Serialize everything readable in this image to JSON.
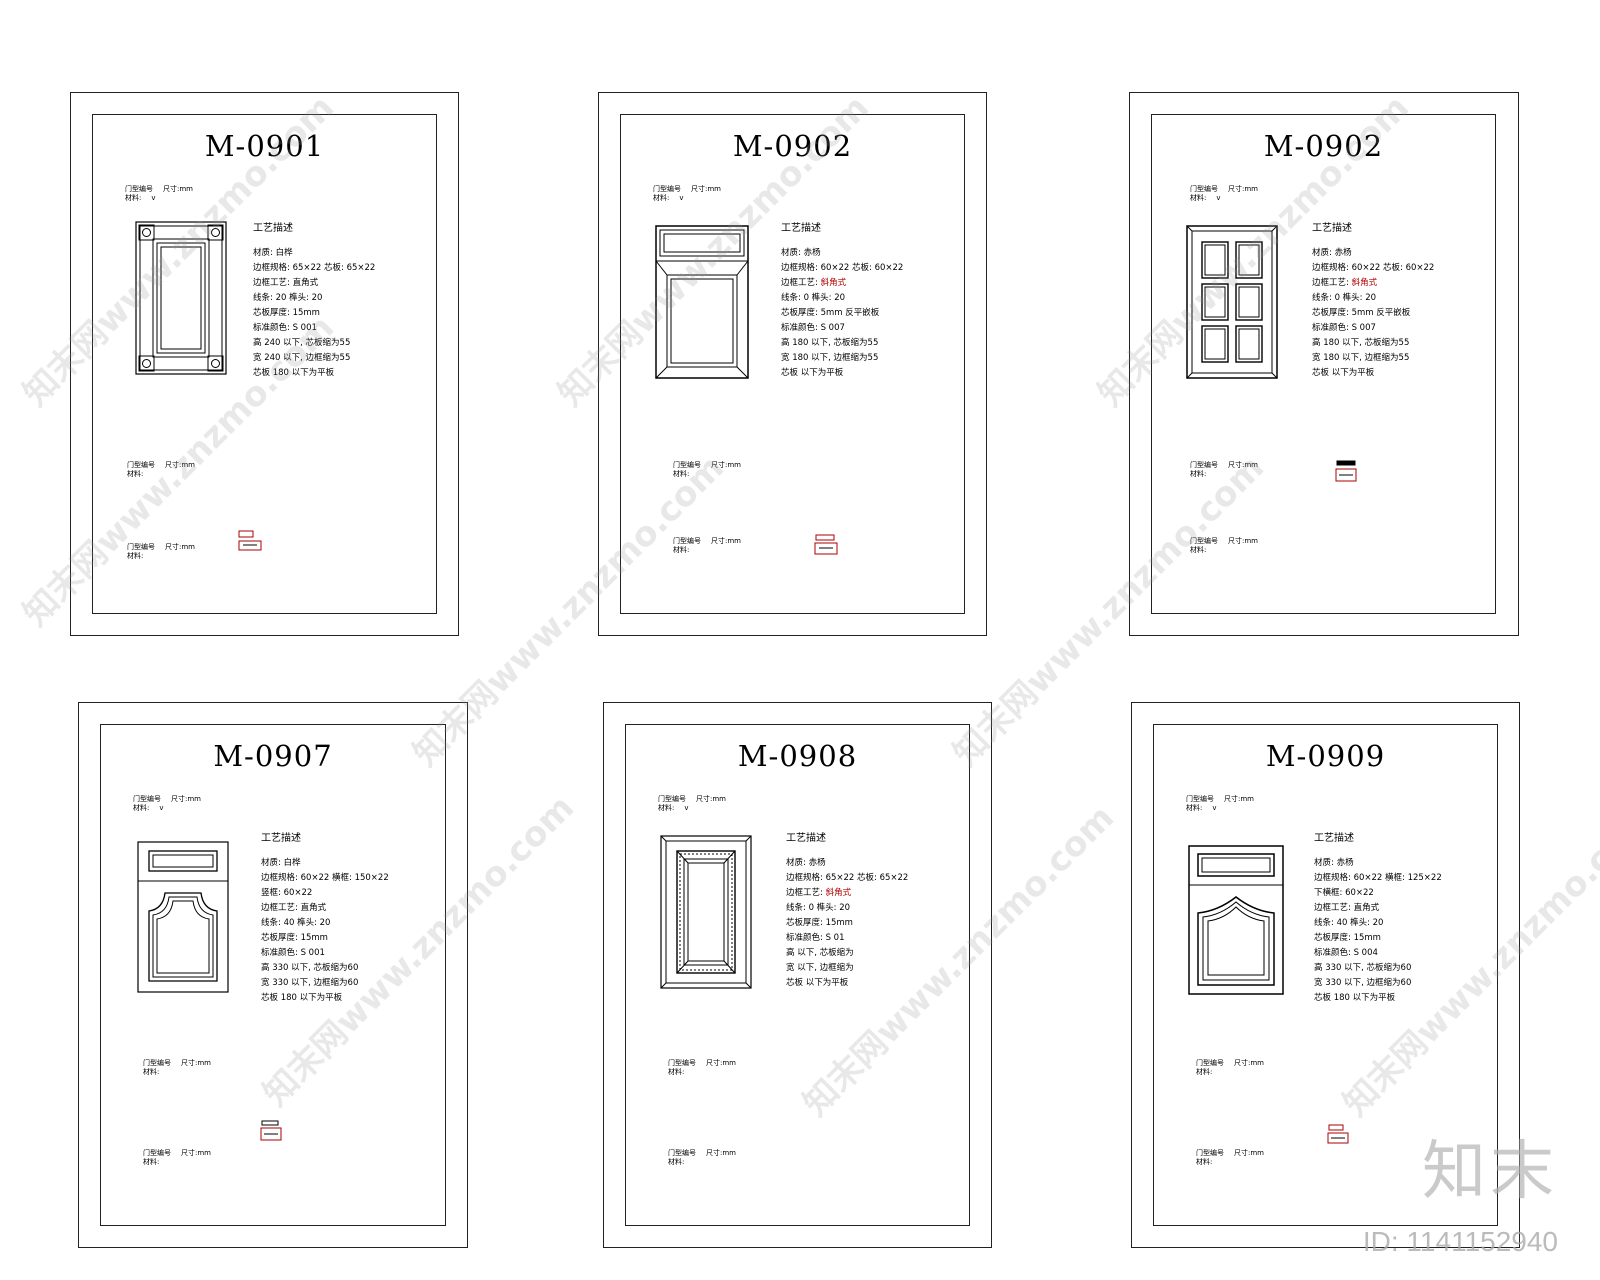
{
  "meta": {
    "line1_label": "门型编号",
    "line1_value": "尺寸:mm",
    "line2_label": "材料:",
    "line2_value": "v"
  },
  "desc_heading": "工艺描述",
  "sheets": [
    {
      "code": "M-0901",
      "rows": [
        {
          "t": "材质: 白桦"
        },
        {
          "t": "边框规格: 65×22  芯板: 65×22"
        },
        {
          "t": "边框工艺: 直角式"
        },
        {
          "t": "线条: 20        榫头: 20"
        },
        {
          "t": "芯板厚度: 15mm"
        },
        {
          "t": "标准颜色: S 001"
        },
        {
          "t": "高 240 以下, 芯板缩为55"
        },
        {
          "t": "宽 240 以下, 边框缩为55"
        },
        {
          "t": "芯板  180  以下为平板"
        }
      ]
    },
    {
      "code": "M-0902",
      "rows": [
        {
          "t": "材质: 赤杨"
        },
        {
          "t": "边框规格: 60×22  芯板: 60×22"
        },
        {
          "t": "边框工艺: ",
          "red": "斜角式"
        },
        {
          "t": "线条: 0         榫头: 20"
        },
        {
          "t": "芯板厚度: 5mm   反平嵌板"
        },
        {
          "t": "标准颜色: S 007"
        },
        {
          "t": "高 180 以下, 芯板缩为55"
        },
        {
          "t": "宽 180 以下, 边框缩为55"
        },
        {
          "t": "芯板       以下为平板"
        }
      ]
    },
    {
      "code": "M-0902",
      "rows": [
        {
          "t": "材质: 赤杨"
        },
        {
          "t": "边框规格: 60×22  芯板: 60×22"
        },
        {
          "t": "边框工艺: ",
          "red": "斜角式"
        },
        {
          "t": "线条: 0         榫头: 20"
        },
        {
          "t": "芯板厚度: 5mm   反平嵌板"
        },
        {
          "t": "标准颜色: S 007"
        },
        {
          "t": "高 180 以下, 芯板缩为55"
        },
        {
          "t": "宽 180 以下, 边框缩为55"
        },
        {
          "t": "芯板       以下为平板"
        }
      ]
    },
    {
      "code": "M-0907",
      "rows": [
        {
          "t": "材质: 白桦"
        },
        {
          "t": "边框规格: 60×22  横框: 150×22"
        },
        {
          "t": "竖框: 60×22"
        },
        {
          "t": "边框工艺: 直角式"
        },
        {
          "t": "线条: 40        榫头: 20"
        },
        {
          "t": "芯板厚度: 15mm"
        },
        {
          "t": "标准颜色: S 001"
        },
        {
          "t": "高 330 以下, 芯板缩为60"
        },
        {
          "t": "宽 330 以下, 边框缩为60"
        },
        {
          "t": "芯板  180  以下为平板"
        }
      ]
    },
    {
      "code": "M-0908",
      "rows": [
        {
          "t": "材质: 赤杨"
        },
        {
          "t": "边框规格: 65×22  芯板: 65×22"
        },
        {
          "t": "边框工艺: ",
          "red": "斜角式"
        },
        {
          "t": "线条: 0         榫头: 20"
        },
        {
          "t": "芯板厚度: 15mm"
        },
        {
          "t": "标准颜色: S 01"
        },
        {
          "t": "高 以下, 芯板缩为"
        },
        {
          "t": "宽 以下, 边框缩为"
        },
        {
          "t": "芯板      以下为平板"
        }
      ]
    },
    {
      "code": "M-0909",
      "rows": [
        {
          "t": "材质: 赤杨"
        },
        {
          "t": "边框规格: 60×22  横框: 125×22"
        },
        {
          "t": "下横框: 60×22"
        },
        {
          "t": "边框工艺: 直角式"
        },
        {
          "t": "线条: 40        榫头: 20"
        },
        {
          "t": "芯板厚度: 15mm"
        },
        {
          "t": "标准颜色: S 004"
        },
        {
          "t": "高 330 以下, 芯板缩为60"
        },
        {
          "t": "宽 330 以下, 边框缩为60"
        },
        {
          "t": "芯板  180  以下为平板"
        }
      ]
    }
  ],
  "watermark_text": "知末网www.znzmo.com",
  "logo_text": "知末",
  "id_text": "ID: 1141152940"
}
